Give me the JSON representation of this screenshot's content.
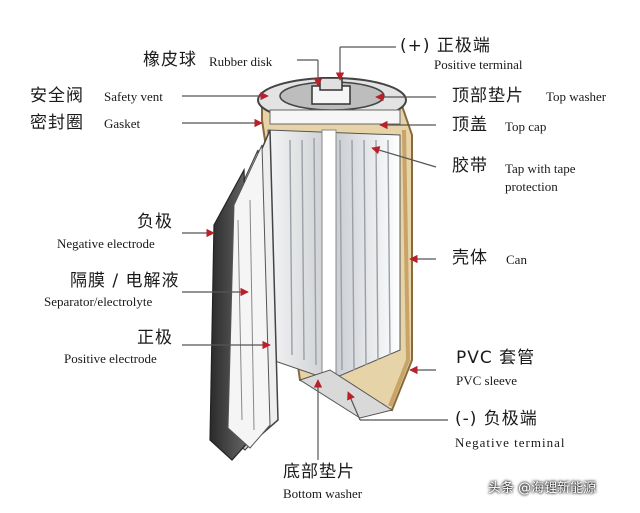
{
  "labels": {
    "rubber_disk_zh": "橡皮球",
    "rubber_disk_en": "Rubber disk",
    "positive_terminal_zh": "(+) 正极端",
    "positive_terminal_en": "Positive terminal",
    "safety_vent_zh": "安全阀",
    "safety_vent_en": "Safety vent",
    "top_washer_zh": "顶部垫片",
    "top_washer_en": "Top washer",
    "gasket_zh": "密封圈",
    "gasket_en": "Gasket",
    "top_cap_zh": "顶盖",
    "top_cap_en": "Top cap",
    "tape_zh": "胶带",
    "tape_en_line1": "Tap with tape",
    "tape_en_line2": "protection",
    "negative_electrode_zh": "负极",
    "negative_electrode_en": "Negative electrode",
    "can_zh": "壳体",
    "can_en": "Can",
    "separator_zh": "隔膜 / 电解液",
    "separator_en": "Separator/electrolyte",
    "pvc_zh": "PVC 套管",
    "pvc_en": "PVC sleeve",
    "positive_electrode_zh": "正极",
    "positive_electrode_en": "Positive electrode",
    "negative_terminal_zh": "(-) 负极端",
    "negative_terminal_en": "Negative terminal",
    "bottom_washer_zh": "底部垫片",
    "bottom_washer_en": "Bottom washer"
  },
  "watermark": "头条 @海锂新能源",
  "colors": {
    "arrow": "#b8202a",
    "can": "#c9a468",
    "line": "#555555"
  }
}
